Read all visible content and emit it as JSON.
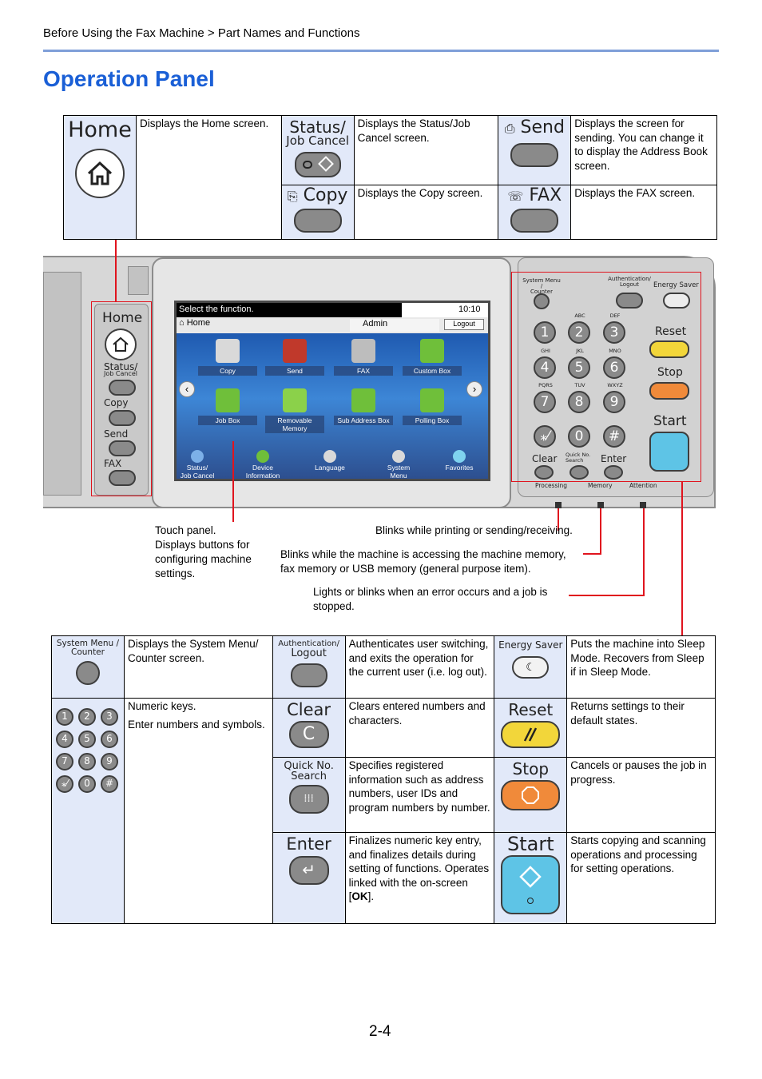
{
  "breadcrumb": "Before Using the Fax Machine > Part Names and Functions",
  "title": "Operation Panel",
  "page_number": "2-4",
  "top_table": {
    "home": {
      "key": "Home",
      "desc": "Displays the Home screen."
    },
    "status": {
      "key1": "Status/",
      "key2": "Job Cancel",
      "desc": "Displays the Status/Job Cancel screen."
    },
    "send": {
      "key": "Send",
      "desc": "Displays the screen for sending. You can change it to display the Address Book screen."
    },
    "copy": {
      "key": "Copy",
      "desc": "Displays the Copy screen."
    },
    "fax": {
      "key": "FAX",
      "desc": "Displays the FAX screen."
    }
  },
  "device": {
    "left_keys": {
      "home": "Home",
      "status1": "Status/",
      "status2": "Job Cancel",
      "copy": "Copy",
      "send": "Send",
      "fax": "FAX"
    },
    "screen": {
      "prompt": "Select the function.",
      "time": "10:10",
      "home": "Home",
      "user": "Admin",
      "logout": "Logout",
      "tiles_row1": [
        "Copy",
        "Send",
        "FAX",
        "Custom Box"
      ],
      "tiles_row2": [
        "Job Box",
        "Removable\nMemory",
        "Sub Address Box",
        "Polling Box"
      ],
      "bottom": [
        "Status/\nJob Cancel",
        "Device\nInformation",
        "Language",
        "System\nMenu",
        "Favorites"
      ]
    },
    "keypad": {
      "system_menu1": "System Menu /",
      "system_menu2": "Counter",
      "auth1": "Authentication/",
      "auth2": "Logout",
      "energy": "Energy Saver",
      "reset": "Reset",
      "stop": "Stop",
      "start": "Start",
      "clear": "Clear",
      "quick1": "Quick No.",
      "quick2": "Search",
      "enter": "Enter",
      "digits": [
        "1",
        "2",
        "3",
        "4",
        "5",
        "6",
        "7",
        "8",
        "9",
        "⁎⁄",
        "0",
        "#"
      ],
      "letters": [
        "",
        "ABC",
        "DEF",
        "GHI",
        "JKL",
        "MNO",
        "PQRS",
        "TUV",
        "WXYZ"
      ],
      "indicators": [
        "Processing",
        "Memory",
        "Attention"
      ]
    }
  },
  "annotations": {
    "touch_panel": "Touch panel.\nDisplays buttons for\nconfiguring machine\nsettings.",
    "processing": "Blinks while printing or sending/receiving.",
    "memory": "Blinks while the machine is accessing the machine memory,\nfax memory or USB memory (general purpose item).",
    "attention": "Lights or blinks when an error occurs and a job is\nstopped."
  },
  "bottom_table": {
    "system_menu": {
      "key1": "System Menu /",
      "key2": "Counter",
      "desc": "Displays the System Menu/ Counter screen."
    },
    "auth": {
      "key1": "Authentication/",
      "key2": "Logout",
      "desc": "Authenticates user switching, and exits the operation for the current user (i.e. log out)."
    },
    "energy": {
      "key": "Energy Saver",
      "desc": "Puts the machine into Sleep Mode. Recovers from Sleep if in Sleep Mode."
    },
    "numeric": {
      "desc1": "Numeric keys.",
      "desc2": "Enter numbers and symbols."
    },
    "clear": {
      "key": "Clear",
      "desc": "Clears entered numbers and characters."
    },
    "reset": {
      "key": "Reset",
      "desc": "Returns settings to their default states."
    },
    "quick": {
      "key1": "Quick No.",
      "key2": "Search",
      "desc": "Specifies registered information such as address numbers, user IDs and program numbers by number."
    },
    "stop": {
      "key": "Stop",
      "desc": "Cancels or pauses the job in progress."
    },
    "enter": {
      "key": "Enter",
      "desc_pre": "Finalizes numeric key entry, and finalizes details during setting of functions. Operates linked with the on-screen [",
      "desc_bold": "OK",
      "desc_post": "]."
    },
    "start": {
      "key": "Start",
      "desc": "Starts copying and scanning operations and processing for setting operations."
    }
  },
  "colors": {
    "title": "#1a5fd6",
    "icon_cell": "#e2e9f9",
    "callout": "#e0141e",
    "reset": "#f2d63a",
    "stop": "#f08a3a",
    "start": "#5ec4e6"
  }
}
